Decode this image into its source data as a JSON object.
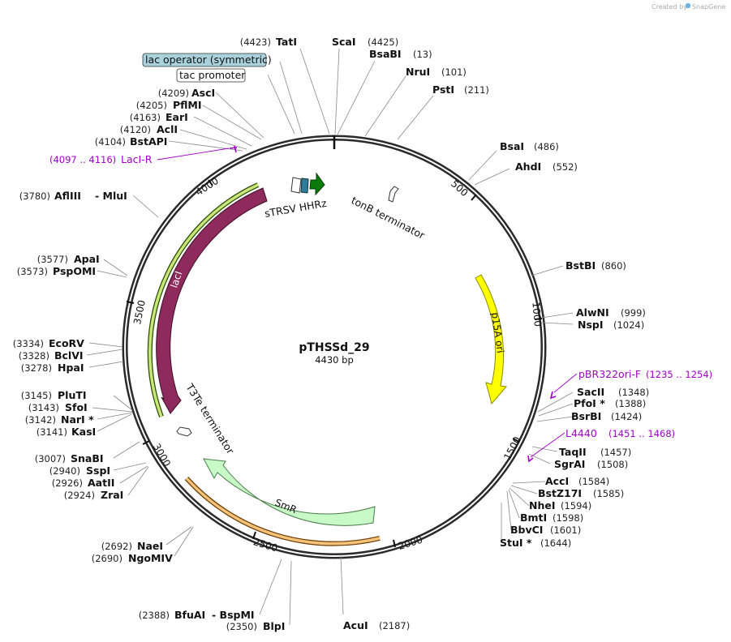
{
  "credit": {
    "text": "Created by",
    "brand": "SnapGene"
  },
  "plasmid": {
    "name": "pTHSSd_29",
    "size_label": "4430 bp"
  },
  "ticks": [
    "500",
    "1000",
    "1500",
    "2000",
    "2500",
    "3000",
    "3500",
    "4000"
  ],
  "boxed_labels": {
    "lac_operator": "lac operator (symmetric)",
    "tac_promoter": "tac promoter"
  },
  "features": {
    "lacI": "lacI",
    "p15A_ori": "p15A ori",
    "SmR": "SmR",
    "sTRSV_HHRz": "sTRSV HHRz",
    "tonB_terminator": "tonB terminator",
    "T3Te_terminator": "T3Te terminator"
  },
  "primers": {
    "LacI_R": {
      "name": "LacI-R",
      "pos": "(4097 .. 4116)"
    },
    "pBR322ori_F": {
      "name": "pBR322ori-F",
      "pos": "(1235 .. 1254)"
    },
    "L4440": {
      "name": "L4440",
      "pos": "(1451 .. 1468)"
    }
  },
  "sites_left": [
    {
      "pos": "(4423)",
      "name": "TatI"
    },
    {
      "pos": "(4209)",
      "name": "AscI"
    },
    {
      "pos": "(4205)",
      "name": "PflMI"
    },
    {
      "pos": "(4163)",
      "name": "EarI"
    },
    {
      "pos": "(4120)",
      "name": "AclI"
    },
    {
      "pos": "(4104)",
      "name": "BstAPI"
    },
    {
      "pos": "(3780)",
      "name": "AflIII",
      "alt": "- MluI"
    },
    {
      "pos": "(3577)",
      "name": "ApaI"
    },
    {
      "pos": "(3573)",
      "name": "PspOMI"
    },
    {
      "pos": "(3334)",
      "name": "EcoRV"
    },
    {
      "pos": "(3328)",
      "name": "BclVI"
    },
    {
      "pos": "(3278)",
      "name": "HpaI"
    },
    {
      "pos": "(3145)",
      "name": "PluTI"
    },
    {
      "pos": "(3143)",
      "name": "SfoI"
    },
    {
      "pos": "(3142)",
      "name": "NarI *"
    },
    {
      "pos": "(3141)",
      "name": "KasI"
    },
    {
      "pos": "(3007)",
      "name": "SnaBI"
    },
    {
      "pos": "(2940)",
      "name": "SspI"
    },
    {
      "pos": "(2926)",
      "name": "AatII"
    },
    {
      "pos": "(2924)",
      "name": "ZraI"
    },
    {
      "pos": "(2692)",
      "name": "NaeI"
    },
    {
      "pos": "(2690)",
      "name": "NgoMIV"
    },
    {
      "pos": "(2388)",
      "name": "BfuAI",
      "alt": "- BspMI"
    },
    {
      "pos": "(2350)",
      "name": "BlpI"
    }
  ],
  "sites_right": [
    {
      "name": "ScaI",
      "pos": ""
    },
    {
      "name": "",
      "pos": "(4425)"
    },
    {
      "name": "BsaBI",
      "pos": "(13)"
    },
    {
      "name": "NruI",
      "pos": "(101)"
    },
    {
      "name": "PstI",
      "pos": "(211)"
    },
    {
      "name": "BsaI",
      "pos": "(486)"
    },
    {
      "name": "AhdI",
      "pos": "(552)"
    },
    {
      "name": "BstBI",
      "pos": "(860)"
    },
    {
      "name": "AlwNI",
      "pos": "(999)"
    },
    {
      "name": "NspI",
      "pos": "(1024)"
    },
    {
      "name": "SacII",
      "pos": "(1348)"
    },
    {
      "name": "PfoI *",
      "pos": "(1388)"
    },
    {
      "name": "BsrBI",
      "pos": "(1424)"
    },
    {
      "name": "TaqII",
      "pos": "(1457)"
    },
    {
      "name": "SgrAI",
      "pos": "(1508)"
    },
    {
      "name": "AccI",
      "pos": "(1584)"
    },
    {
      "name": "BstZ17I",
      "pos": "(1585)"
    },
    {
      "name": "NheI",
      "pos": "(1594)"
    },
    {
      "name": "BmtI",
      "pos": "(1598)"
    },
    {
      "name": "BbvCI",
      "pos": "(1601)"
    },
    {
      "name": "StuI *",
      "pos": "(1644)"
    },
    {
      "name": "AcuI",
      "pos": "(2187)"
    }
  ],
  "colors": {
    "backbone": "#2a2a2a",
    "lacI": "#8e2a5c",
    "p15A_ori": "#ffff00",
    "SmR": "#c8fac8",
    "sTRSV_HHRz": "#0a7a0a",
    "tac_box": "#ffffff",
    "lac_box": "#a9d2dc",
    "primer": "#a000c8",
    "lacI_primer_bar": "#c8e67a",
    "smr_primer_bar": "#f5c27a"
  }
}
